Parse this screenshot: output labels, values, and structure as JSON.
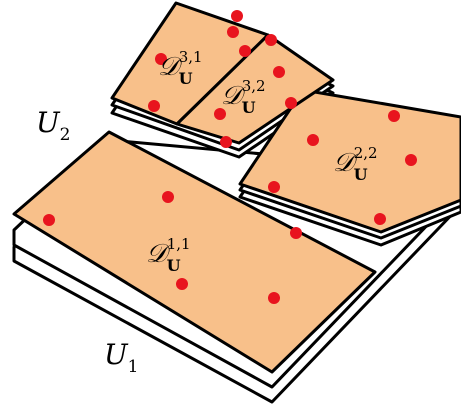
{
  "levels": [
    {
      "symbol": "U",
      "subscript": "1"
    },
    {
      "symbol": "U",
      "subscript": "2"
    }
  ],
  "regions": [
    {
      "symbol": "𝒟",
      "subscript": "U",
      "superscript": "1,1"
    },
    {
      "symbol": "𝒟",
      "subscript": "U",
      "superscript": "2,2"
    },
    {
      "symbol": "𝒟",
      "subscript": "U",
      "superscript": "3,1"
    },
    {
      "symbol": "𝒟",
      "subscript": "U",
      "superscript": "3,2"
    }
  ],
  "colors": {
    "tile_fill": "#f8c08a",
    "sheet_fill": "#ffffff",
    "point_color": "#e8141e",
    "outline": "#000000"
  },
  "point_counts": {
    "region_1_1": 5,
    "region_2_2": 5,
    "region_3_1": 4,
    "region_3_2": 6
  }
}
